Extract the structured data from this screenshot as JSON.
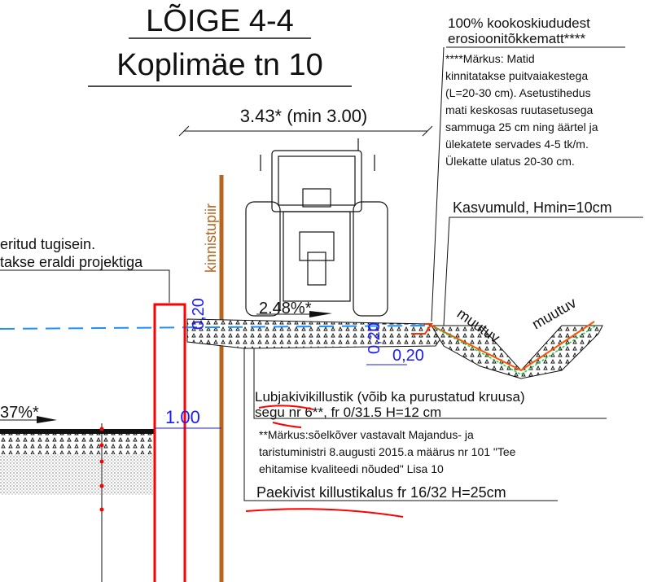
{
  "title": {
    "line1": "LÕIGE 4-4",
    "line2": "Koplimäe tn 10"
  },
  "width_dimension": "3.43* (min 3.00)",
  "mat_label": {
    "line1": "100% kookoskiududest",
    "line2": "erosioonitõkkematt****"
  },
  "mat_note": [
    "****Märkus: Matid",
    "kinnitatakse puitvaiakestega",
    "(L=20-30 cm).  Asetustihedus",
    "mati keskosas ruutasetusega",
    "sammuga 25 cm ning äärtel ja",
    "ülekatete servades 4-5 tk/m.",
    "Ülekatte ulatus 20-30 cm."
  ],
  "topsoil_label": "Kasvumuld, Hmin=10cm",
  "retaining_wall": {
    "line1": "eritud tugisein.",
    "line2": "takse eraldi projektiga"
  },
  "property_line": "kinnistupiir",
  "slope_main": "2.48%*",
  "slope_left": "37%*",
  "dimensions": {
    "d1": "0,20",
    "d2": "0,20",
    "d3": "0,20",
    "wall_offset": "1.00"
  },
  "ditch_labels": [
    "muutuv",
    "muutuv"
  ],
  "layer1": {
    "line1": "Lubjakivikillustik (võib ka purustatud kruusa)",
    "line2": "segu nr 6**, fr 0/31.5    H=12 cm"
  },
  "layer_note": [
    "**Märkus:sõelkõver vastavalt Majandus- ja",
    "taristuministri 8.augusti 2015.a määrus nr 101 \"Tee",
    "ehitamise kvaliteedi nõuded\" Lisa 10"
  ],
  "layer2": "Paekivist killustikalus fr 16/32  H=25cm",
  "colors": {
    "red": "#ff0000",
    "blue": "#1a1aff",
    "property": "#b5651d",
    "water": "#1e8fff"
  }
}
